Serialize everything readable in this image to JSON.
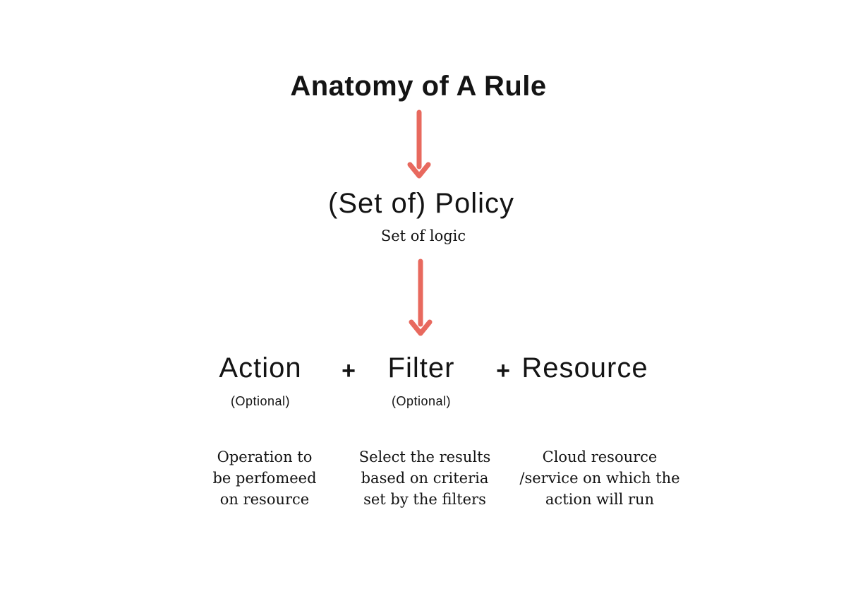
{
  "canvas": {
    "background": "#ffffff",
    "text_color": "#141414",
    "arrow_color": "#e8695e"
  },
  "diagram": {
    "title": "Anatomy of A Rule",
    "policy": {
      "label": "(Set of) Policy",
      "sublabel": "Set of logic"
    },
    "plus": "+",
    "components": [
      {
        "label": "Action",
        "qualifier": "(Optional)",
        "description": "Operation to\nbe perfomeed\non resource"
      },
      {
        "label": "Filter",
        "qualifier": "(Optional)",
        "description": "Select the results\nbased on criteria\nset by the filters"
      },
      {
        "label": "Resource",
        "qualifier": "",
        "description": "Cloud resource\n/service on which the\naction will run"
      }
    ]
  }
}
